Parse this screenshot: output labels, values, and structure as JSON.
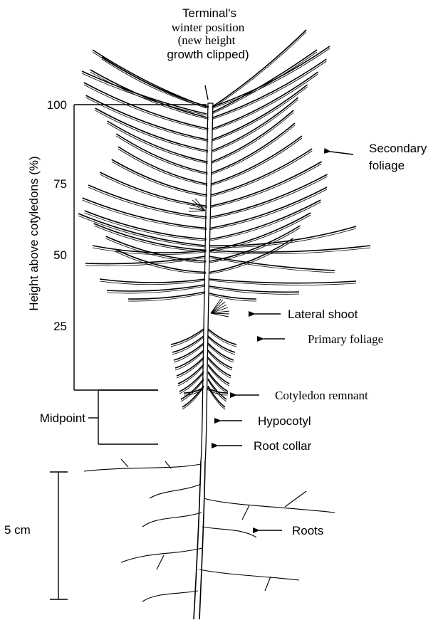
{
  "figure": {
    "terminal_label": [
      "Terminal's",
      "winter    position",
      "(new     height",
      "growth clipped)"
    ],
    "y_axis": {
      "label": "Height above cotyledons (%)",
      "ticks": [
        "100",
        "75",
        "50",
        "25"
      ]
    },
    "callouts": {
      "secondary_foliage": [
        "Secondary",
        "foliage"
      ],
      "lateral_shoot": "Lateral shoot",
      "primary_foliage": "Primary    foliage",
      "cotyledon_remnant": "Cotyledon       remnant",
      "hypocotyl": "Hypocotyl",
      "root_collar": "Root collar",
      "roots": "Roots"
    },
    "midpoint_label": "Midpoint",
    "scale_bar_label": "5 cm"
  }
}
